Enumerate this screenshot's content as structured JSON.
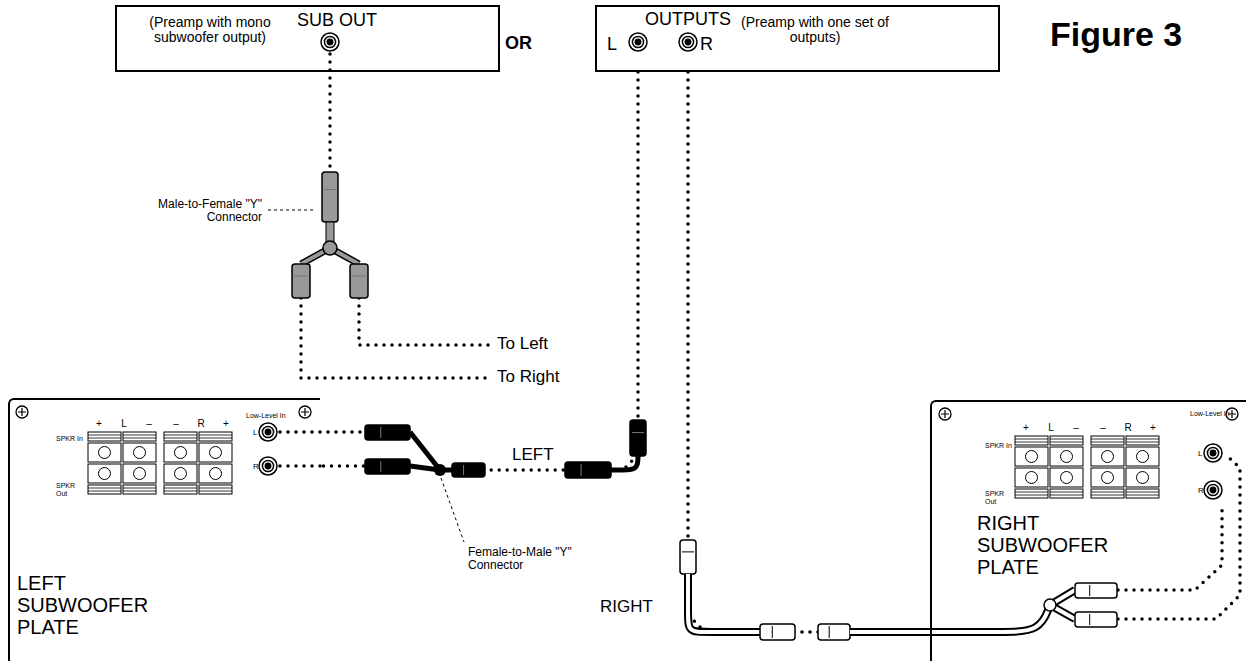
{
  "diagram": {
    "title": "Figure 3",
    "nodes": [
      {
        "text": [
          "(Preamp with mono subwoofer output)",
          "SUB OUT"
        ]
      },
      {
        "text": [
          "OUTPUTS",
          "L",
          "R",
          "(Preamp with one set of outputs)"
        ]
      },
      {
        "text": [
          "+",
          "L",
          "–",
          "–",
          "R",
          "+",
          "SPKR In",
          "SPKR Out",
          "Low-Level In",
          "L",
          "R",
          "LEFT SUBWOOFER PLATE"
        ]
      },
      {
        "text": [
          "+",
          "L",
          "–",
          "–",
          "R",
          "+",
          "SPKR In",
          "SPKR Out",
          "Low-Level In",
          "L",
          "R",
          "RIGHT SUBWOOFER PLATE"
        ]
      }
    ],
    "edges": [
      {
        "from": 1,
        "to": 2,
        "arrow": "none",
        "label": "LEFT"
      },
      {
        "from": 1,
        "to": 3,
        "arrow": "none",
        "label": "RIGHT"
      }
    ],
    "labels": [
      "OR",
      "Male-to-Female \"Y\" Connector",
      "To Left",
      "To Right",
      "Female-to-Male \"Y\" Connector"
    ]
  }
}
